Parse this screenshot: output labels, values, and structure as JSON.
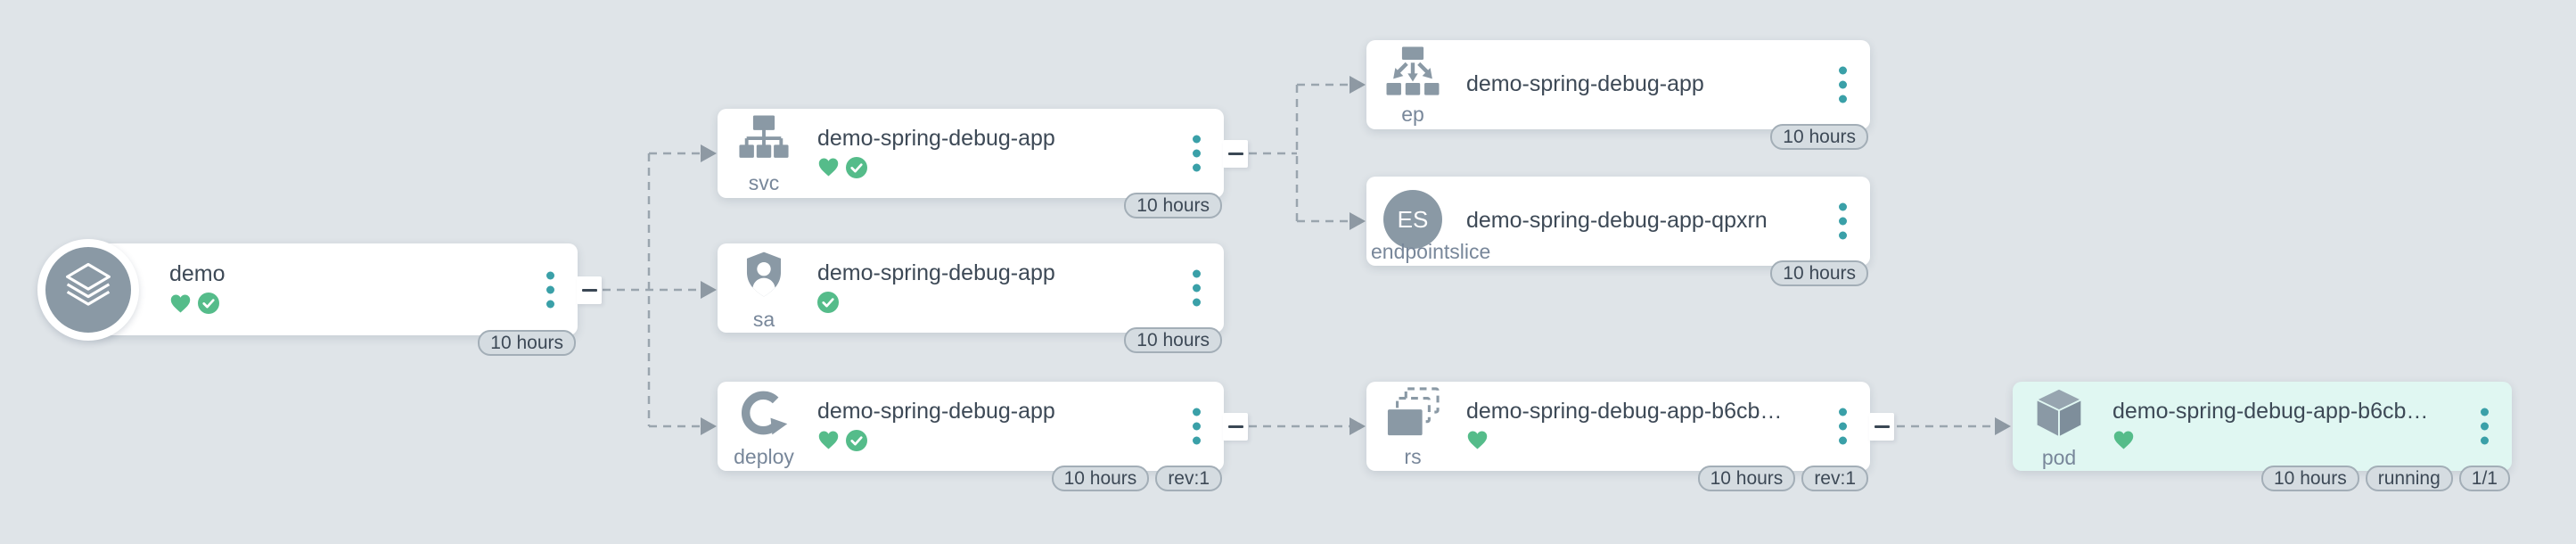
{
  "app": {
    "view": "kubernetes-resource-topology"
  },
  "colors": {
    "background": "#dfe4e8",
    "card": "#ffffff",
    "card_highlight": "#e0f7f2",
    "icon_gray": "#8a99a5",
    "menu_teal": "#3aa0a8",
    "status_green": "#55bc8a",
    "badge_bg": "#d5dce1",
    "badge_border": "#a3aeb7",
    "text_dark": "#3d4956",
    "text_gray": "#78879a",
    "edge_gray": "#9aa5ae"
  },
  "nodes": [
    {
      "id": "demo",
      "title": "demo",
      "type_label": "",
      "icon": "layers-icon",
      "statuses": [
        "heart",
        "check"
      ],
      "badges": [
        "10 hours"
      ],
      "menu": true,
      "collapsible": true
    },
    {
      "id": "svc",
      "title": "demo-spring-debug-app",
      "type_label": "svc",
      "icon": "service-tree-icon",
      "statuses": [
        "heart",
        "check"
      ],
      "badges": [
        "10 hours"
      ],
      "menu": true,
      "collapsible": true
    },
    {
      "id": "sa",
      "title": "demo-spring-debug-app",
      "type_label": "sa",
      "icon": "shield-user-icon",
      "statuses": [
        "check"
      ],
      "badges": [
        "10 hours"
      ],
      "menu": true,
      "collapsible": false
    },
    {
      "id": "deploy",
      "title": "demo-spring-debug-app",
      "type_label": "deploy",
      "icon": "circular-arrows-icon",
      "statuses": [
        "heart",
        "check"
      ],
      "badges": [
        "10 hours",
        "rev:1"
      ],
      "menu": true,
      "collapsible": true
    },
    {
      "id": "ep",
      "title": "demo-spring-debug-app",
      "type_label": "ep",
      "icon": "distribution-icon",
      "statuses": [],
      "badges": [
        "10 hours"
      ],
      "menu": true,
      "collapsible": false
    },
    {
      "id": "endpointslice",
      "title": "demo-spring-debug-app-qpxrn",
      "type_label": "endpointslice",
      "icon": "es-circle-icon",
      "statuses": [],
      "badges": [
        "10 hours"
      ],
      "menu": true,
      "collapsible": false
    },
    {
      "id": "rs",
      "title": "demo-spring-debug-app-b6cb…",
      "type_label": "rs",
      "icon": "replicaset-icon",
      "statuses": [
        "heart"
      ],
      "badges": [
        "10 hours",
        "rev:1"
      ],
      "menu": true,
      "collapsible": true
    },
    {
      "id": "pod",
      "title": "demo-spring-debug-app-b6cb…",
      "type_label": "pod",
      "icon": "cube-icon",
      "statuses": [
        "heart"
      ],
      "badges": [
        "10 hours",
        "running",
        "1/1"
      ],
      "menu": true,
      "collapsible": false
    }
  ],
  "edges": [
    {
      "from": "demo",
      "to": "svc"
    },
    {
      "from": "demo",
      "to": "sa"
    },
    {
      "from": "demo",
      "to": "deploy"
    },
    {
      "from": "svc",
      "to": "ep"
    },
    {
      "from": "svc",
      "to": "endpointslice"
    },
    {
      "from": "deploy",
      "to": "rs"
    },
    {
      "from": "rs",
      "to": "pod"
    }
  ]
}
